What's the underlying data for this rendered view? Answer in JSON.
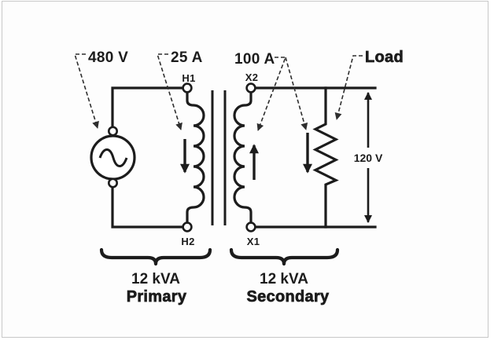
{
  "diagram": {
    "type": "transformer-circuit",
    "labels": {
      "source_voltage": "480 V",
      "primary_current": "25 A",
      "secondary_current": "100 A",
      "load": "Load",
      "secondary_voltage": "120 V"
    },
    "terminals": {
      "h1": "H1",
      "h2": "H2",
      "x2": "X2",
      "x1": "X1"
    },
    "primary": {
      "rating": "12 kVA",
      "name": "Primary"
    },
    "secondary": {
      "rating": "12 kVA",
      "name": "Secondary"
    },
    "colors": {
      "ink": "#1c1c1c",
      "background": "#fdfdfd",
      "frame_border": "#c8c8c8"
    }
  }
}
